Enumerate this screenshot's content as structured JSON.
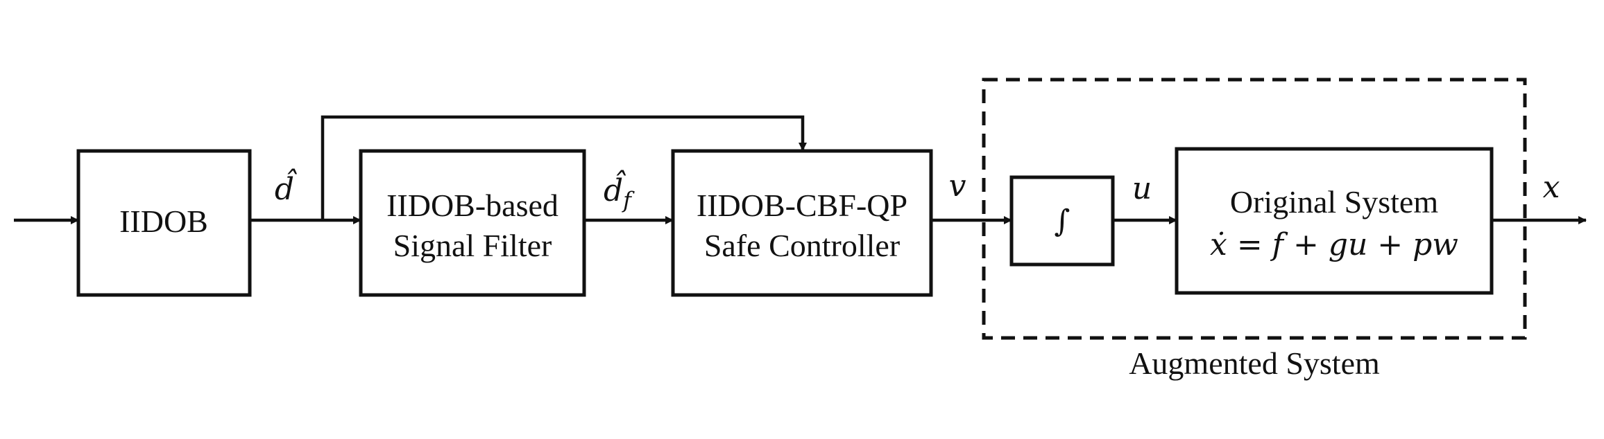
{
  "blocks": {
    "iidob": "IIDOB",
    "filter_line1": "IIDOB-based",
    "filter_line2": "Signal Filter",
    "controller_line1": "IIDOB-CBF-QP",
    "controller_line2": "Safe Controller",
    "integrator": "∫",
    "system_line1": "Original System",
    "system_equation": "ẋ = f + gu + pw"
  },
  "signals": {
    "d_hat": "d̂",
    "d_hat_f_base": "d̂",
    "d_hat_f_sub": "f",
    "v": "v",
    "u": "u",
    "x": "x"
  },
  "groups": {
    "augmented_system": "Augmented System"
  }
}
